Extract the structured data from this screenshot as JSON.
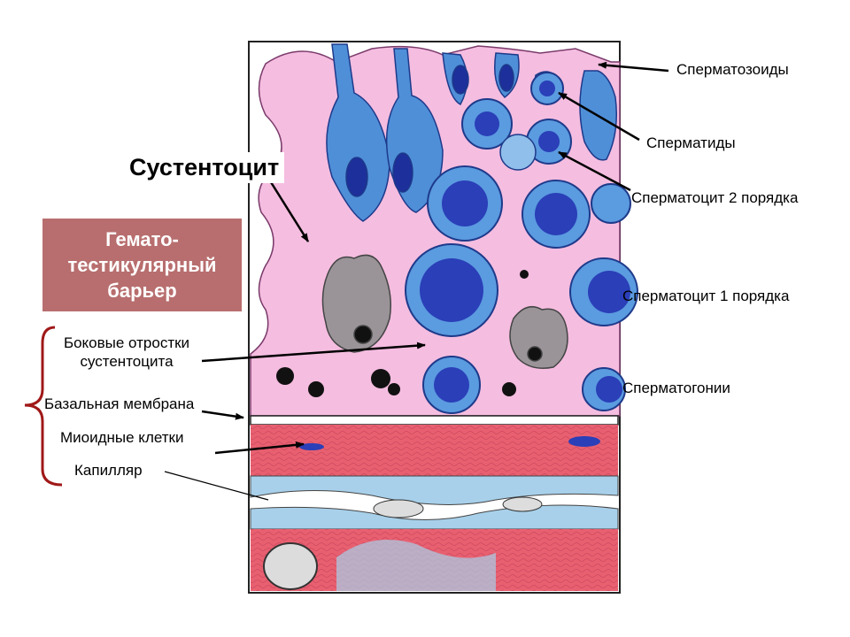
{
  "labels": {
    "sustentocyte": "Сустентоцит",
    "barrier_line1": "Гемато-",
    "barrier_line2": "тестикулярный",
    "barrier_line3": "барьер",
    "lateral_line1": "Боковые отростки",
    "lateral_line2": "сустентоцита",
    "basal_membrane": "Базальная мембрана",
    "myoid_cells": "Миоидные клетки",
    "capillary": "Капилляр",
    "spermatozoa": "Сперматозоиды",
    "spermatids": "Сперматиды",
    "spermatocyte2": "Сперматоцит 2 порядка",
    "spermatocyte1": "Сперматоцит 1 порядка",
    "spermatogonia": "Сперматогонии"
  },
  "colors": {
    "cytoplasm_pink": "#f5bde0",
    "cell_blue": "#5b9be0",
    "nucleus_blue": "#2a3fb8",
    "myoid_red": "#e86070",
    "capillary_blue": "#a8d0ea",
    "barrier_box": "#b86e6e",
    "brace": "#a01818"
  }
}
